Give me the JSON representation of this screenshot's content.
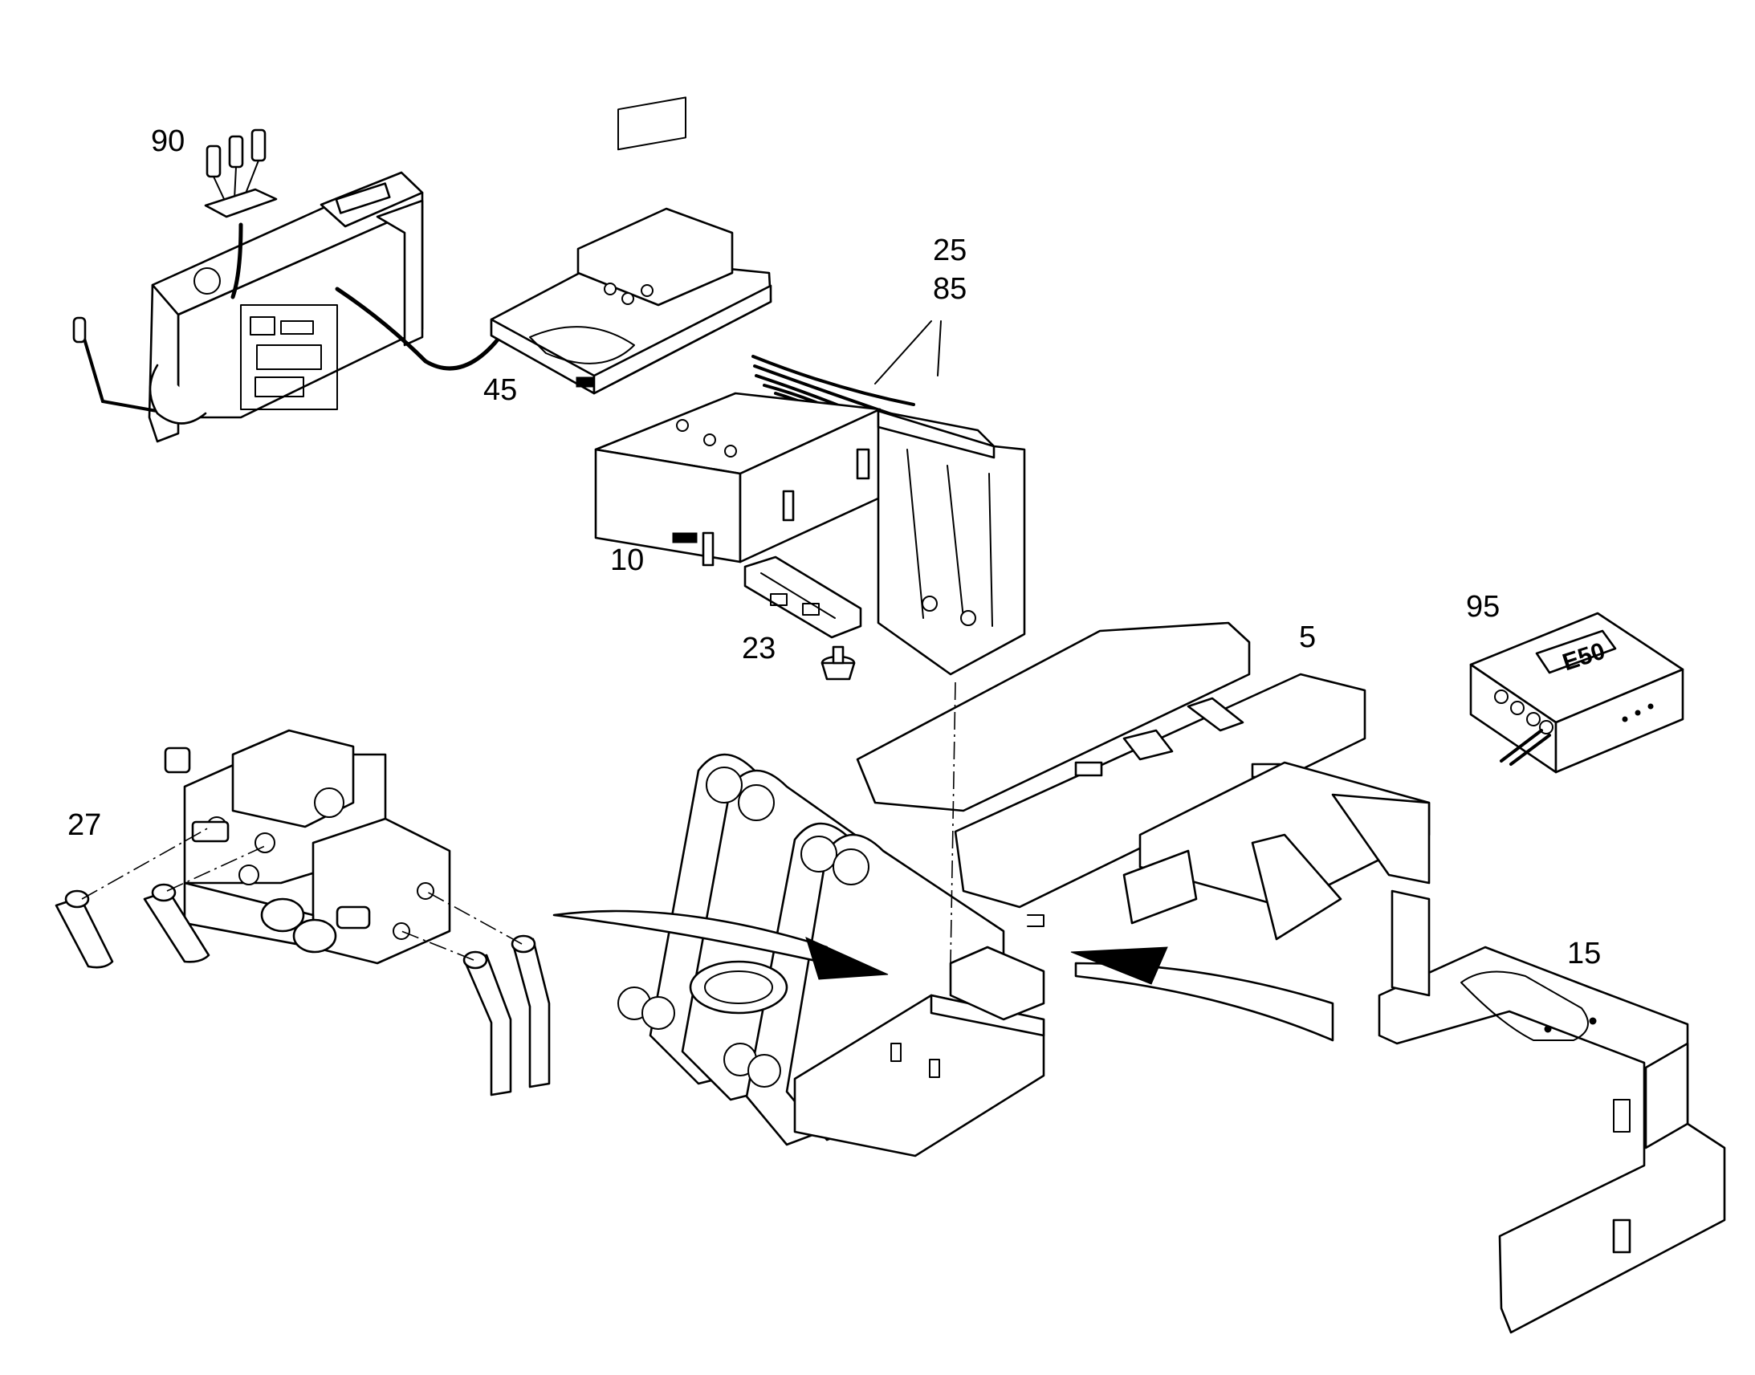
{
  "callouts": {
    "c90": "90",
    "c45": "45",
    "c25": "25",
    "c85": "85",
    "c10": "10",
    "c23": "23",
    "c95": "95",
    "c5": "5",
    "c27": "27",
    "c15": "15"
  },
  "module_label": "E50",
  "colors": {
    "line": "#000000",
    "background": "#ffffff"
  }
}
